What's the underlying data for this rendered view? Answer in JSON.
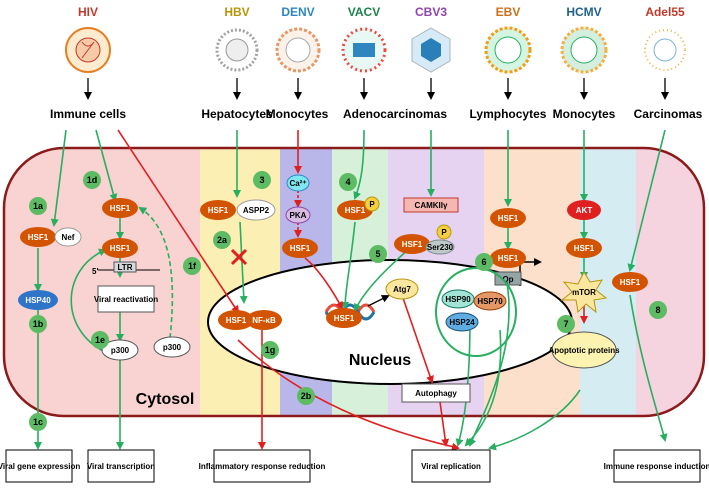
{
  "viruses": [
    {
      "name": "HIV",
      "color": "#c0392b"
    },
    {
      "name": "HBV",
      "color": "#b7950b"
    },
    {
      "name": "DENV",
      "color": "#2e86c1"
    },
    {
      "name": "VACV",
      "color": "#1e8449"
    },
    {
      "name": "CBV3",
      "color": "#8e44ad"
    },
    {
      "name": "EBV",
      "color": "#ca6f1e"
    },
    {
      "name": "HCMV",
      "color": "#1f618d"
    },
    {
      "name": "Adel55",
      "color": "#c0392b"
    }
  ],
  "cell_types": {
    "immune": "Immune cells",
    "hepatocytes": "Hepatocytes",
    "monocytes1": "Monocytes",
    "adeno": "Adenocarcinomas",
    "lymphocytes": "Lymphocytes",
    "monocytes2": "Monocytes",
    "carcinomas": "Carcinomas"
  },
  "molecules": {
    "hsf1": "HSF1",
    "nef": "Nef",
    "hsp40": "HSP40",
    "aspp2": "ASPP2",
    "ca": "Ca²⁺",
    "pka": "PKA",
    "p": "P",
    "camk": "CAMKIIγ",
    "ser230": "Ser230",
    "qp": "Qp",
    "akt": "AKT",
    "mtor": "mTOR",
    "apoptotic": "Apoptotic proteins",
    "ltr": "LTR",
    "ltr_5": "5'",
    "viral_react": "Viral reactivation",
    "p300": "p300",
    "nfkb": "NF-κB",
    "atg7": "Atg7",
    "hsp90": "HSP90",
    "hsp70": "HSP70",
    "hsp24": "HSP24",
    "nucleus": "Nucleus",
    "autophagy": "Autophagy",
    "cytosol": "Cytosol"
  },
  "steps": {
    "s1a": "1a",
    "s1b": "1b",
    "s1c": "1c",
    "s1d": "1d",
    "s1e": "1e",
    "s1f": "1f",
    "s1g": "1g",
    "s2a": "2a",
    "s2b": "2b",
    "s3": "3",
    "s4": "4",
    "s5": "5",
    "s6": "6",
    "s7": "7",
    "s8": "8"
  },
  "outcomes": {
    "viral_gene": "Viral gene expression",
    "viral_trans": "Viral transcription",
    "inflam": "Inflammatory response reduction",
    "viral_rep": "Viral replication",
    "immune_resp": "Immune response induction"
  },
  "colors": {
    "hsf1": "#d35400",
    "green_arrow": "#27ae60",
    "red_arrow": "#e02020",
    "step_circle": "#5dbb63"
  }
}
